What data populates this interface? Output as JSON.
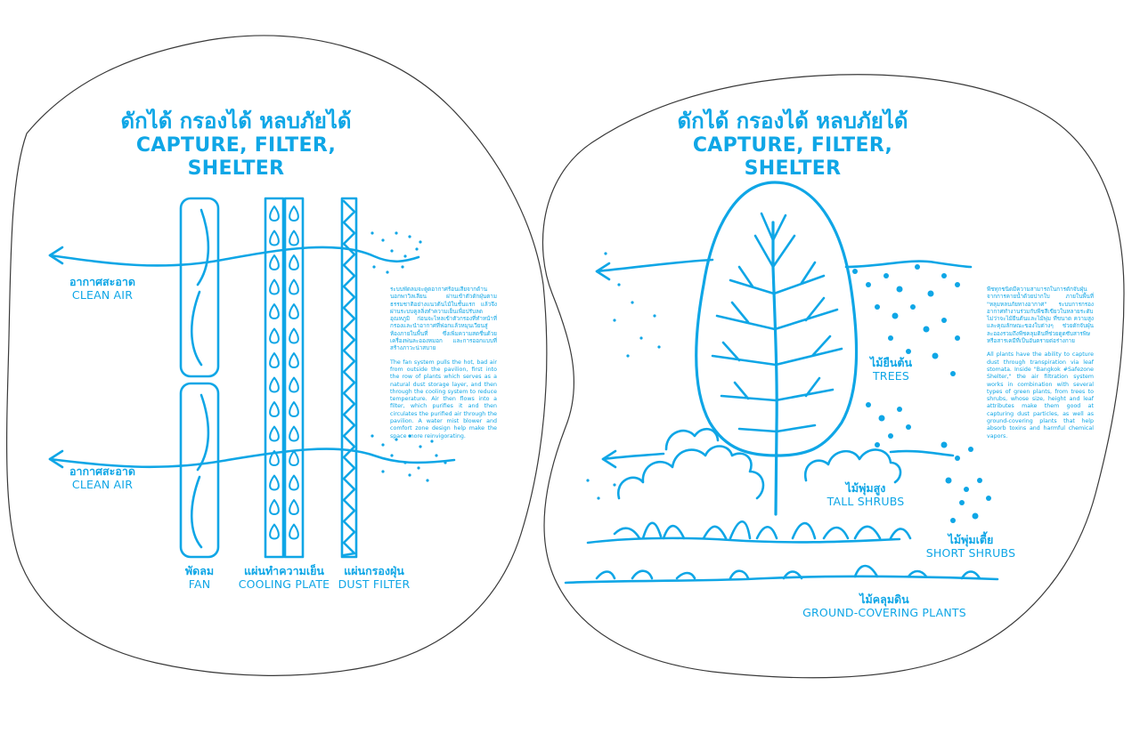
{
  "panel_left": {
    "title_th": "ดักได้ กรองได้ หลบภัยได้",
    "title_en": "CAPTURE, FILTER, SHELTER",
    "clean_air_top_th": "อากาศสะอาด",
    "clean_air_top_en": "CLEAN AIR",
    "clean_air_bottom_th": "อากาศสะอาด",
    "clean_air_bottom_en": "CLEAN AIR",
    "fan_th": "พัดลม",
    "fan_en": "FAN",
    "cooling_th": "แผ่นทำความเย็น",
    "cooling_en": "COOLING PLATE",
    "filter_th": "แผ่นกรองฝุ่น",
    "filter_en": "DUST FILTER",
    "para_th": "ระบบพัดลมจะดูดอากาศร้อนเสียจากด้านนอกพาวิลเลียน ผ่านเข้าตัวดักฝุ่นตามธรรมชาติอย่างแนวต้นไม้ในชั้นแรก แล้วจึงผ่านระบบคูลลิ่งทำความเย็นเพื่อปรับลดอุณหภูมิ ก่อนจะไหลเข้าตัวกรองที่ทำหน้าที่กรองและนำอากาศที่ฟอกแล้วหมุนเวียนสู่ห้องภายในพื้นที่ ซึ่งเพิ่มความสดชื่นด้วยเครื่องพ่นละอองหมอก และการออกแบบที่สร้างภาวะน่าสบาย",
    "para_en": "The fan system pulls the hot, bad air from outside the pavilion, first into the row of plants which serves as a natural dust storage layer, and then through the cooling system to reduce temperature. Air then flows into a filter, which purifies it and then circulates the purified air through the pavilion. A water mist blower and comfort zone design help make the space more reinvigorating."
  },
  "panel_right": {
    "title_th": "ดักได้ กรองได้ หลบภัยได้",
    "title_en": "CAPTURE, FILTER, SHELTER",
    "trees_th": "ไม้ยืนต้น",
    "trees_en": "TREES",
    "tall_th": "ไม้พุ่มสูง",
    "tall_en": "TALL SHRUBS",
    "short_th": "ไม้พุ่มเตี้ย",
    "short_en": "SHORT SHRUBS",
    "ground_th": "ไม้คลุมดิน",
    "ground_en": "GROUND-COVERING PLANTS",
    "para_th": "พืชทุกชนิดมีความสามารถในการดักจับฝุ่นจากการคายน้ำด้วยปากใบ ภายในพื้นที่ \"หลุมหลบภัยทางอากาศ\" ระบบการกรองอากาศทำงานร่วมกับพืชสีเขียวในหลายระดับ ไม่ว่าจะไม้ยืนต้นและไม้พุ่ม ที่ขนาด ความสูง และคุณลักษณะของใบต่างๆ ช่วยดักจับฝุ่นละอองรวมถึงพืชคลุมดินที่ช่วยดูดซับสารพิษหรือสารเคมีที่เป็นอันตรายต่อร่างกาย",
    "para_en": "All plants have the ability to capture dust through transpiration via leaf stomata. Inside \"Bangkok #Safezone Shelter,\" the air filtration system works in combination with several types of green plants, from trees to shrubs, whose size, height and leaf attributes make them good at capturing dust particles, as well as ground-covering plants that help absorb toxins and harmful chemical vapors."
  },
  "colors": {
    "accent": "#0fa6e6",
    "outline": "#3a3a3a"
  }
}
